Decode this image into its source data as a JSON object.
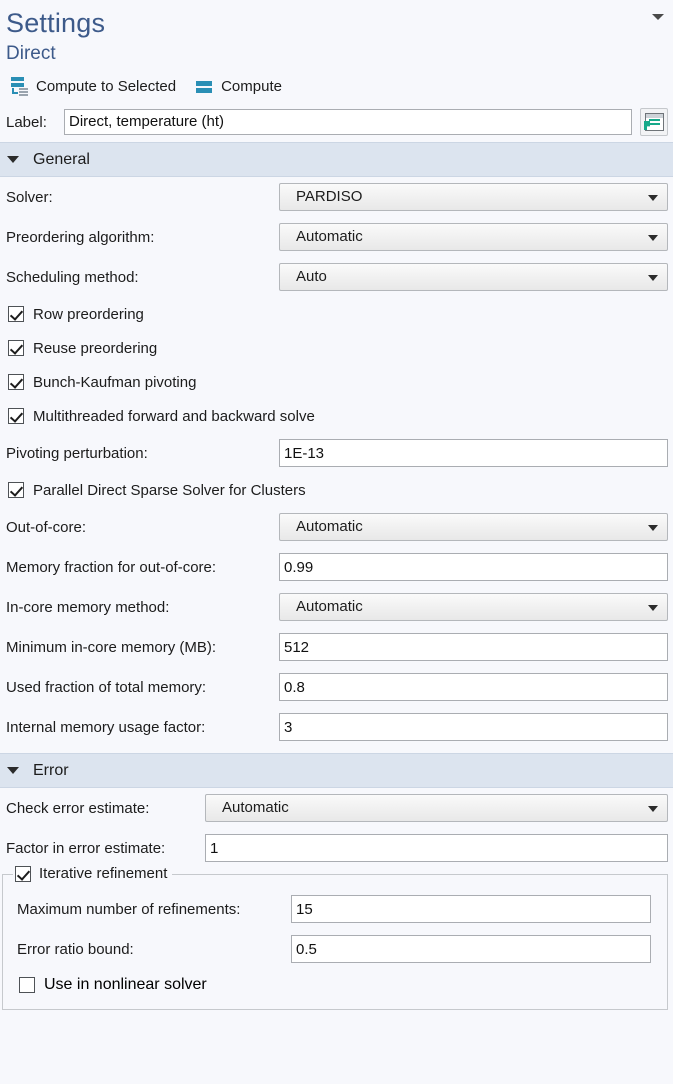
{
  "header": {
    "title": "Settings",
    "subtitle": "Direct",
    "collapse_icon": "chevron-down-icon"
  },
  "toolbar": {
    "items": [
      {
        "label": "Compute to Selected",
        "icon": "compute-to-selected-icon"
      },
      {
        "label": "Compute",
        "icon": "compute-equals-icon"
      }
    ]
  },
  "label_row": {
    "label": "Label:",
    "value": "Direct, temperature (ht)",
    "placeholder": "",
    "rename_icon": "rename-window-icon"
  },
  "sections": {
    "general": {
      "title": "General",
      "expanded": true,
      "rows": [
        {
          "kind": "combo",
          "label": "Solver:",
          "value": "PARDISO"
        },
        {
          "kind": "combo",
          "label": "Preordering algorithm:",
          "value": "Automatic"
        },
        {
          "kind": "combo",
          "label": "Scheduling method:",
          "value": "Auto"
        },
        {
          "kind": "checkbox",
          "label": "Row preordering",
          "checked": true
        },
        {
          "kind": "checkbox",
          "label": "Reuse preordering",
          "checked": true
        },
        {
          "kind": "checkbox",
          "label": "Bunch-Kaufman pivoting",
          "checked": true
        },
        {
          "kind": "checkbox",
          "label": "Multithreaded forward and backward solve",
          "checked": true
        },
        {
          "kind": "input",
          "label": "Pivoting perturbation:",
          "value": "1E-13"
        },
        {
          "kind": "checkbox",
          "label": "Parallel Direct Sparse Solver for Clusters",
          "checked": true
        },
        {
          "kind": "combo",
          "label": "Out-of-core:",
          "value": "Automatic"
        },
        {
          "kind": "input",
          "label": "Memory fraction for out-of-core:",
          "value": "0.99"
        },
        {
          "kind": "combo",
          "label": "In-core memory method:",
          "value": "Automatic"
        },
        {
          "kind": "input",
          "label": "Minimum in-core memory (MB):",
          "value": "512"
        },
        {
          "kind": "input",
          "label": "Used fraction of total memory:",
          "value": "0.8"
        },
        {
          "kind": "input",
          "label": "Internal memory usage factor:",
          "value": "3"
        }
      ]
    },
    "error": {
      "title": "Error",
      "expanded": true,
      "rows": [
        {
          "kind": "combo",
          "label": "Check error estimate:",
          "value": "Automatic"
        },
        {
          "kind": "input",
          "label": "Factor in error estimate:",
          "value": "1"
        }
      ],
      "group": {
        "legend": "Iterative refinement",
        "legend_checked": true,
        "rows": [
          {
            "kind": "input",
            "label": "Maximum number of refinements:",
            "value": "15"
          },
          {
            "kind": "input",
            "label": "Error ratio bound:",
            "value": "0.5"
          },
          {
            "kind": "checkbox",
            "label": "Use in nonlinear solver",
            "checked": false
          }
        ]
      }
    }
  },
  "colors": {
    "title_blue": "#3d5a8a",
    "section_header_bg": "#dce4ef",
    "panel_bg": "#f7f8fc",
    "icon_teal": "#2a8fb5",
    "icon_green": "#17a98a"
  }
}
